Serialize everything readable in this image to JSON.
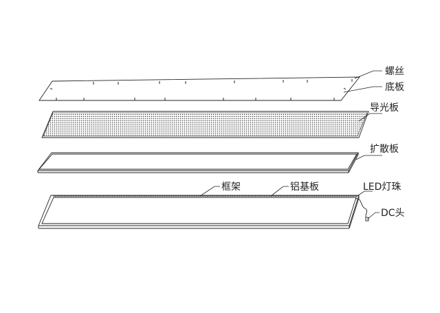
{
  "diagram": {
    "labels": {
      "screw": "螺丝",
      "bottom_plate": "底板",
      "light_guide_plate": "导光板",
      "diffuser_plate": "扩散板",
      "frame": "框架",
      "aluminum_substrate": "铝基板",
      "led_beads": "LED灯珠",
      "dc_connector": "DC头"
    },
    "colors": {
      "line": "#222222",
      "dot_pattern": "#444444",
      "background": "#ffffff"
    }
  }
}
